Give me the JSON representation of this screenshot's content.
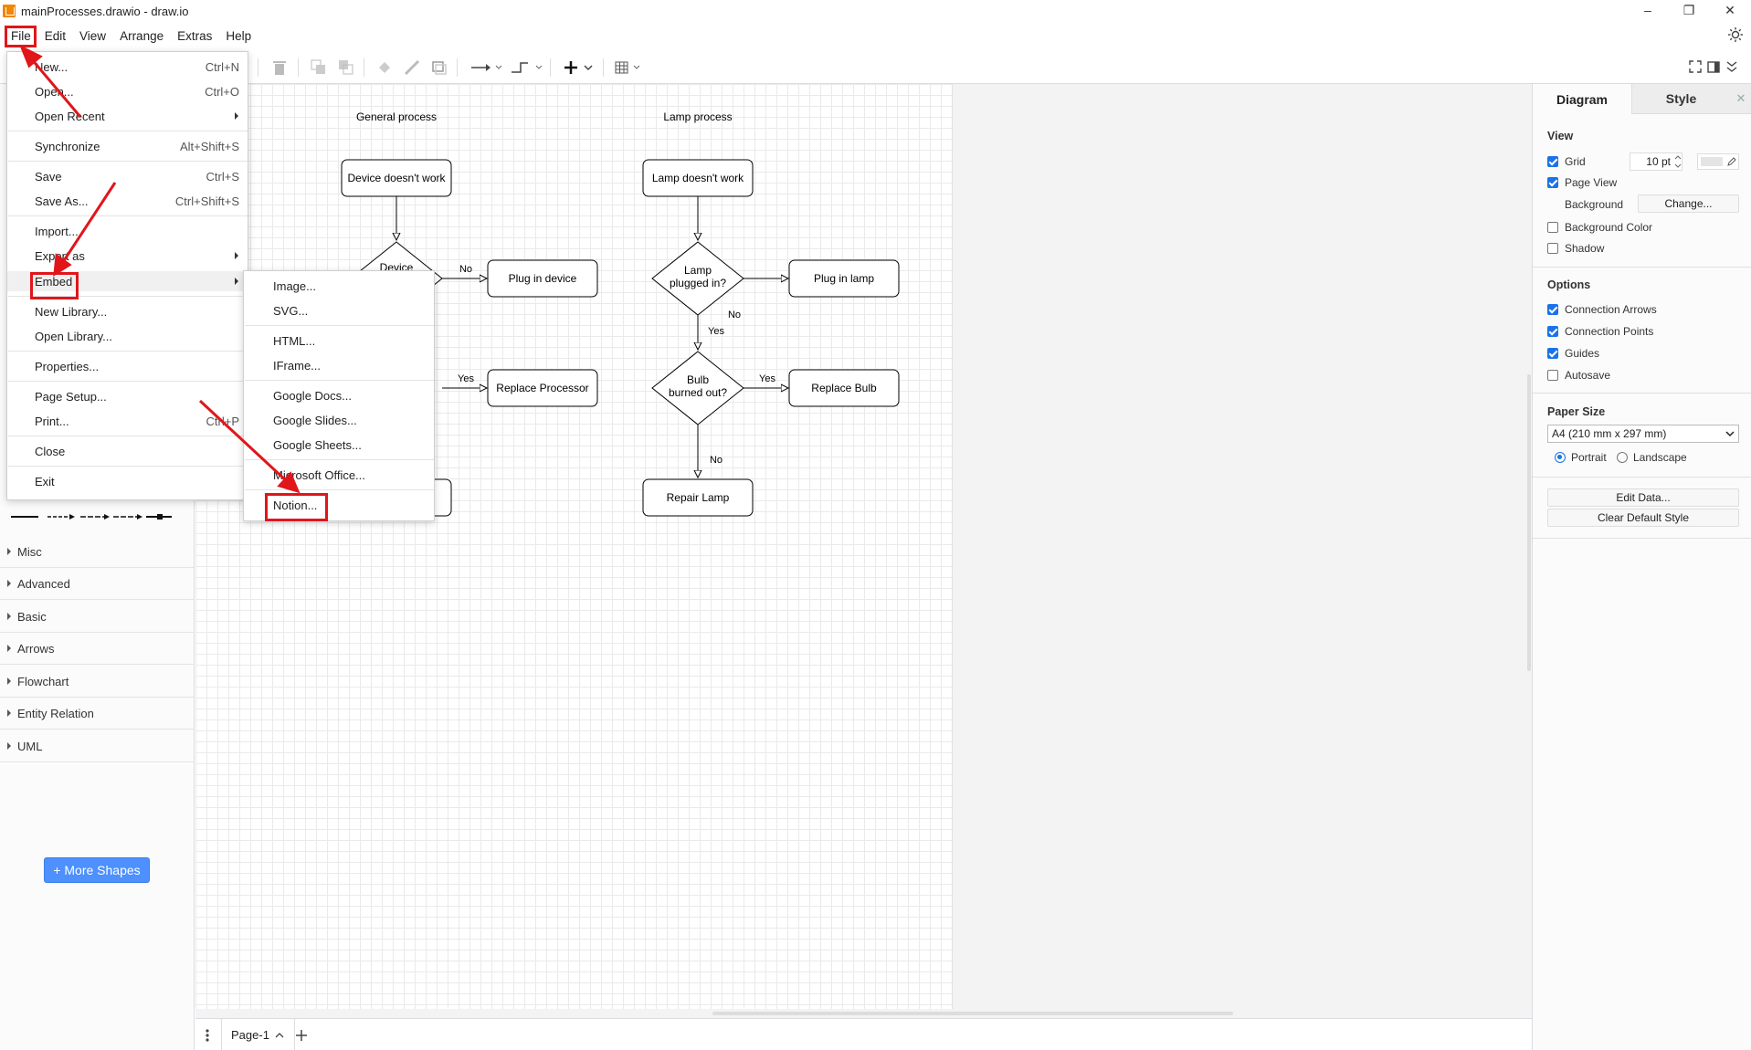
{
  "window": {
    "title": "mainProcesses.drawio - draw.io",
    "minimize": "–",
    "restore": "❐",
    "close": "✕"
  },
  "menubar": [
    "File",
    "Edit",
    "View",
    "Arrange",
    "Extras",
    "Help"
  ],
  "file_menu": {
    "items": [
      {
        "label": "New...",
        "shortcut": "Ctrl+N"
      },
      {
        "label": "Open...",
        "shortcut": "Ctrl+O"
      },
      {
        "label": "Open Recent",
        "shortcut": ""
      },
      {
        "label": "Synchronize",
        "shortcut": "Alt+Shift+S"
      },
      {
        "label": "Save",
        "shortcut": "Ctrl+S"
      },
      {
        "label": "Save As...",
        "shortcut": "Ctrl+Shift+S"
      },
      {
        "label": "Import...",
        "shortcut": ""
      },
      {
        "label": "Export as",
        "shortcut": ""
      },
      {
        "label": "Embed",
        "shortcut": ""
      },
      {
        "label": "New Library...",
        "shortcut": ""
      },
      {
        "label": "Open Library...",
        "shortcut": ""
      },
      {
        "label": "Properties...",
        "shortcut": ""
      },
      {
        "label": "Page Setup...",
        "shortcut": ""
      },
      {
        "label": "Print...",
        "shortcut": "Ctrl+P"
      },
      {
        "label": "Close",
        "shortcut": ""
      },
      {
        "label": "Exit",
        "shortcut": ""
      }
    ]
  },
  "embed_menu": {
    "items": [
      "Image...",
      "SVG...",
      "HTML...",
      "IFrame...",
      "Google Docs...",
      "Google Slides...",
      "Google Sheets...",
      "Microsoft Office...",
      "Notion..."
    ]
  },
  "left_panel": {
    "categories": [
      "Misc",
      "Advanced",
      "Basic",
      "Arrows",
      "Flowchart",
      "Entity Relation",
      "UML"
    ],
    "more_shapes": "+ More Shapes"
  },
  "diagram": {
    "general_title": "General process",
    "lamp_title": "Lamp process",
    "general": {
      "start": "Device doesn't work",
      "decision1": "Device",
      "plug": "Plug in device",
      "replace": "Replace Processor",
      "label_no": "No",
      "label_yes": "Yes"
    },
    "lamp": {
      "start": "Lamp doesn't work",
      "decision1_l1": "Lamp",
      "decision1_l2": "plugged in?",
      "plug": "Plug in lamp",
      "decision2_l1": "Bulb",
      "decision2_l2": "burned out?",
      "replace": "Replace Bulb",
      "repair": "Repair Lamp",
      "label_no1": "No",
      "label_yes1": "Yes",
      "label_yes2": "Yes",
      "label_no2": "No"
    }
  },
  "page_tabs": {
    "active": "Page-1"
  },
  "right_panel": {
    "tabs": [
      "Diagram",
      "Style"
    ],
    "view_heading": "View",
    "grid": "Grid",
    "grid_size": "10 pt",
    "page_view": "Page View",
    "background": "Background",
    "change_button": "Change...",
    "background_color": "Background Color",
    "shadow": "Shadow",
    "options_heading": "Options",
    "connection_arrows": "Connection Arrows",
    "connection_points": "Connection Points",
    "guides": "Guides",
    "autosave": "Autosave",
    "paper_size_heading": "Paper Size",
    "paper_size_value": "A4 (210 mm x 297 mm)",
    "portrait": "Portrait",
    "landscape": "Landscape",
    "edit_data": "Edit Data...",
    "clear_default_style": "Clear Default Style"
  },
  "colors": {
    "accent": "#1a73e8",
    "annotation": "#e0161b",
    "more_shapes": "#4d90fe",
    "logo": "#f08705"
  }
}
